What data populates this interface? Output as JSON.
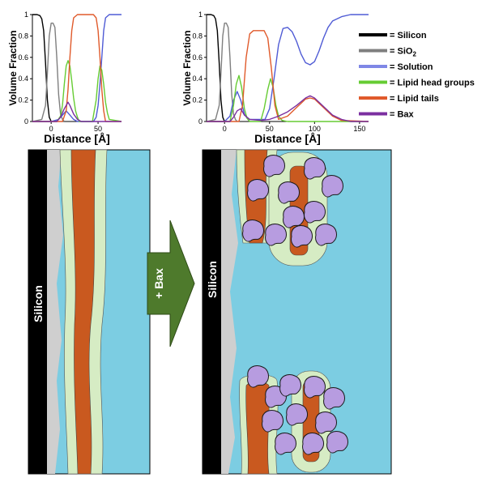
{
  "chart_data": [
    {
      "type": "line",
      "xlabel": "Distance [Å]",
      "ylabel": "Volume Fraction",
      "xlim": [
        -20,
        75
      ],
      "ylim": [
        0,
        1
      ],
      "xticks": [
        0,
        50
      ],
      "yticks": [
        0,
        0.2,
        0.4,
        0.6,
        0.8,
        1
      ],
      "series": [
        {
          "name": "Silicon",
          "color": "#000000",
          "x": [
            -20,
            -15,
            -12,
            -10,
            -8,
            -6,
            -4,
            -2,
            0
          ],
          "y": [
            1,
            1,
            0.99,
            0.96,
            0.85,
            0.55,
            0.2,
            0.04,
            0
          ]
        },
        {
          "name": "SiO2",
          "color": "#7f7f7f",
          "x": [
            -20,
            -10,
            -6,
            -4,
            -2,
            0,
            2,
            4,
            6,
            8,
            10,
            12,
            14
          ],
          "y": [
            0,
            0.02,
            0.15,
            0.45,
            0.8,
            0.92,
            0.92,
            0.88,
            0.6,
            0.25,
            0.07,
            0.02,
            0
          ]
        },
        {
          "name": "Solution",
          "color": "#4f5bd5",
          "x": [
            -20,
            0,
            8,
            12,
            16,
            20,
            24,
            28,
            45,
            48,
            50,
            52,
            54,
            56,
            58,
            62,
            75
          ],
          "y": [
            0,
            0,
            0.02,
            0.06,
            0.1,
            0.06,
            0.02,
            0,
            0,
            0.04,
            0.15,
            0.35,
            0.6,
            0.85,
            0.97,
            1,
            1
          ]
        },
        {
          "name": "Lipid head groups",
          "color": "#66cc33",
          "x": [
            -20,
            6,
            10,
            12,
            14,
            16,
            18,
            20,
            22,
            24,
            26,
            28,
            30,
            44,
            48,
            50,
            52,
            54,
            56,
            58,
            60,
            62,
            75
          ],
          "y": [
            0,
            0,
            0.05,
            0.15,
            0.35,
            0.52,
            0.57,
            0.52,
            0.38,
            0.22,
            0.1,
            0.04,
            0,
            0,
            0.2,
            0.4,
            0.52,
            0.48,
            0.35,
            0.18,
            0.08,
            0.02,
            0
          ]
        },
        {
          "name": "Lipid tails",
          "color": "#e05a2b",
          "x": [
            -20,
            12,
            16,
            18,
            20,
            22,
            24,
            28,
            45,
            48,
            50,
            52,
            54,
            56,
            58,
            75
          ],
          "y": [
            0,
            0,
            0.1,
            0.3,
            0.6,
            0.85,
            0.97,
            1,
            1,
            0.97,
            0.85,
            0.6,
            0.3,
            0.1,
            0,
            0
          ]
        },
        {
          "name": "Bax",
          "color": "#7b2fa0",
          "x": [
            -20,
            6,
            10,
            14,
            18,
            20,
            24,
            28,
            32,
            75
          ],
          "y": [
            0,
            0,
            0.04,
            0.12,
            0.18,
            0.15,
            0.07,
            0.02,
            0,
            0
          ]
        }
      ]
    },
    {
      "type": "line",
      "xlabel": "Distance [Å]",
      "ylabel": "Volume Fraction",
      "xlim": [
        -20,
        160
      ],
      "ylim": [
        0,
        1
      ],
      "xticks": [
        0,
        50,
        100,
        150
      ],
      "yticks": [
        0,
        0.2,
        0.4,
        0.6,
        0.8,
        1
      ],
      "series": [
        {
          "name": "Silicon",
          "color": "#000000",
          "x": [
            -20,
            -15,
            -12,
            -10,
            -8,
            -6,
            -4,
            -2,
            0
          ],
          "y": [
            1,
            1,
            0.99,
            0.96,
            0.85,
            0.55,
            0.2,
            0.04,
            0
          ]
        },
        {
          "name": "SiO2",
          "color": "#7f7f7f",
          "x": [
            -20,
            -10,
            -6,
            -4,
            -2,
            0,
            2,
            4,
            6,
            8,
            10,
            12,
            14
          ],
          "y": [
            0,
            0.02,
            0.15,
            0.45,
            0.8,
            0.92,
            0.92,
            0.88,
            0.6,
            0.25,
            0.07,
            0.02,
            0
          ]
        },
        {
          "name": "Solution",
          "color": "#4f5bd5",
          "x": [
            -20,
            0,
            6,
            10,
            14,
            18,
            22,
            26,
            45,
            50,
            55,
            60,
            65,
            70,
            75,
            80,
            85,
            90,
            95,
            100,
            105,
            110,
            115,
            120,
            130,
            140,
            150,
            160
          ],
          "y": [
            0,
            0,
            0.05,
            0.2,
            0.28,
            0.2,
            0.07,
            0.02,
            0.02,
            0.12,
            0.4,
            0.72,
            0.87,
            0.88,
            0.84,
            0.75,
            0.63,
            0.55,
            0.53,
            0.56,
            0.66,
            0.78,
            0.88,
            0.94,
            0.98,
            1,
            1,
            1
          ]
        },
        {
          "name": "Lipid head groups",
          "color": "#66cc33",
          "x": [
            -20,
            6,
            10,
            13,
            16,
            19,
            22,
            25,
            28,
            40,
            44,
            48,
            51,
            54,
            57,
            60,
            64,
            70,
            160
          ],
          "y": [
            0,
            0,
            0.15,
            0.35,
            0.43,
            0.32,
            0.12,
            0.03,
            0,
            0,
            0.12,
            0.3,
            0.4,
            0.32,
            0.15,
            0.05,
            0.01,
            0,
            0
          ]
        },
        {
          "name": "Lipid tails",
          "color": "#e05a2b",
          "x": [
            -20,
            16,
            20,
            24,
            28,
            32,
            44,
            48,
            52,
            56,
            60,
            70,
            80,
            90,
            95,
            100,
            110,
            120,
            130,
            160
          ],
          "y": [
            0,
            0,
            0.15,
            0.6,
            0.82,
            0.85,
            0.85,
            0.78,
            0.5,
            0.15,
            0.02,
            0.05,
            0.13,
            0.21,
            0.22,
            0.21,
            0.13,
            0.05,
            0.01,
            0
          ]
        },
        {
          "name": "Bax",
          "color": "#7b2fa0",
          "x": [
            -20,
            6,
            10,
            14,
            18,
            22,
            28,
            40,
            50,
            60,
            70,
            80,
            90,
            95,
            100,
            110,
            120,
            130,
            140,
            160
          ],
          "y": [
            0,
            0,
            0.04,
            0.1,
            0.12,
            0.06,
            0.02,
            0.01,
            0.02,
            0.05,
            0.09,
            0.15,
            0.22,
            0.24,
            0.22,
            0.14,
            0.06,
            0.02,
            0,
            0
          ]
        }
      ]
    }
  ],
  "legend": [
    {
      "label": "= Silicon",
      "color": "#000000"
    },
    {
      "label": "= SiO",
      "sub": "2",
      "color": "#7f7f7f"
    },
    {
      "label": "= Solution",
      "color": "#7f87e6"
    },
    {
      "label": "= Lipid head groups",
      "color": "#66cc33"
    },
    {
      "label": "= Lipid tails",
      "color": "#e05a2b"
    },
    {
      "label": "= Bax",
      "color": "#7b2fa0"
    }
  ],
  "diagram": {
    "silicon_label": "Silicon",
    "arrow_label": "+ Bax",
    "colors": {
      "silicon": "#000000",
      "oxide": "#cfcfcf",
      "solution": "#7ccde2",
      "headgroup": "#d6ecc4",
      "tail": "#c9591f",
      "bax": "#b79ce0",
      "arrow": "#4e7a2c"
    }
  }
}
